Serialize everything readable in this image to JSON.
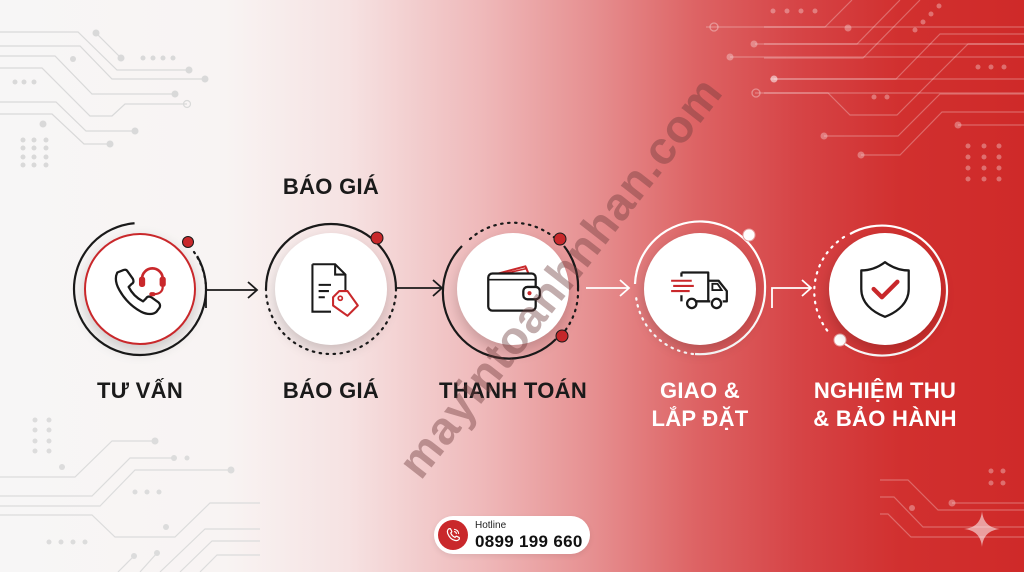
{
  "header": {
    "top_label": "BÁO GIÁ"
  },
  "steps": [
    {
      "id": "tu-van",
      "icon": "phone-headset-icon",
      "label_line1": "TƯ VẤN",
      "label_line2": ""
    },
    {
      "id": "bao-gia",
      "icon": "document-price-tag-icon",
      "label_line1": "BÁO GIÁ",
      "label_line2": ""
    },
    {
      "id": "thanh-toan",
      "icon": "wallet-icon",
      "label_line1": "THANH TOÁN",
      "label_line2": ""
    },
    {
      "id": "giao-lap-dat",
      "icon": "delivery-truck-icon",
      "label_line1": "GIAO &",
      "label_line2": "LẮP ĐẶT"
    },
    {
      "id": "nghiem-thu",
      "icon": "shield-check-icon",
      "label_line1": "NGHIỆM THU",
      "label_line2": "& BẢO HÀNH"
    }
  ],
  "watermark": "mayintoanhnhan.com",
  "hotline": {
    "caption": "Hotline",
    "number": "0899 199 660",
    "icon": "phone-ringing-icon"
  },
  "colors": {
    "accent_red": "#c9282b",
    "dark_text": "#1a1a1a",
    "light_text": "#ffffff",
    "bg_left": "#f7f6f6",
    "bg_right": "#cf2a29"
  }
}
